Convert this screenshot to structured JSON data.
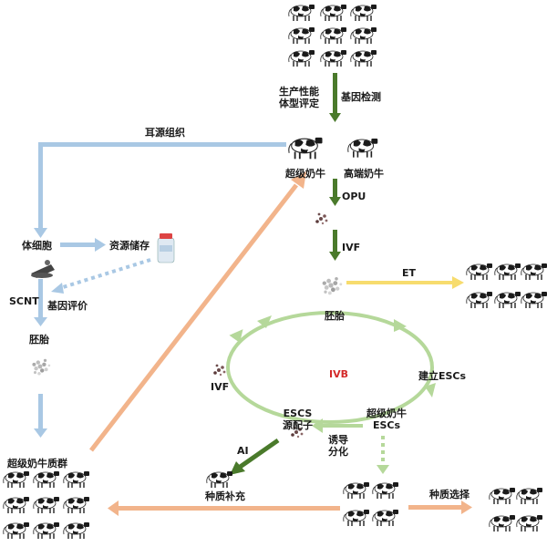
{
  "labels": {
    "production_line1": "生产性能",
    "production_line2": "体型评定",
    "gene_test": "基因检测",
    "ear_tissue": "耳源组织",
    "super_cow": "超级奶牛",
    "high_end_cow": "高端奶牛",
    "opu": "OPU",
    "ivf_top": "IVF",
    "et": "ET",
    "somatic_cell": "体细胞",
    "resource_storage": "资源储存",
    "scnt": "SCNT",
    "gene_eval": "基因评价",
    "embryo_left": "胚胎",
    "embryo_center": "胚胎",
    "ivb": "IVB",
    "establish_escs": "建立ESCs",
    "ivf_cycle": "IVF",
    "escs_gamete_line1": "ESCS",
    "escs_gamete_line2": "源配子",
    "super_escs_line1": "超级奶牛",
    "super_escs_line2": "ESCs",
    "induce_line1": "诱导",
    "induce_line2": "分化",
    "ai": "AI",
    "germplasm_supplement": "种质补充",
    "germplasm_selection": "种质选择",
    "super_herd": "超级奶牛质群"
  },
  "colors": {
    "blue_arrow": "#a9c8e4",
    "dark_green_arrow": "#4a7a2b",
    "light_green_arrow": "#b5d89a",
    "orange_arrow": "#f2b48b",
    "yellow_arrow": "#f7dc6e",
    "label_red": "#d42a2a"
  },
  "icons": [
    "cow-icon",
    "embryo-cluster-icon",
    "oocyte-icon",
    "microscope-icon",
    "storage-bottle-icon"
  ]
}
